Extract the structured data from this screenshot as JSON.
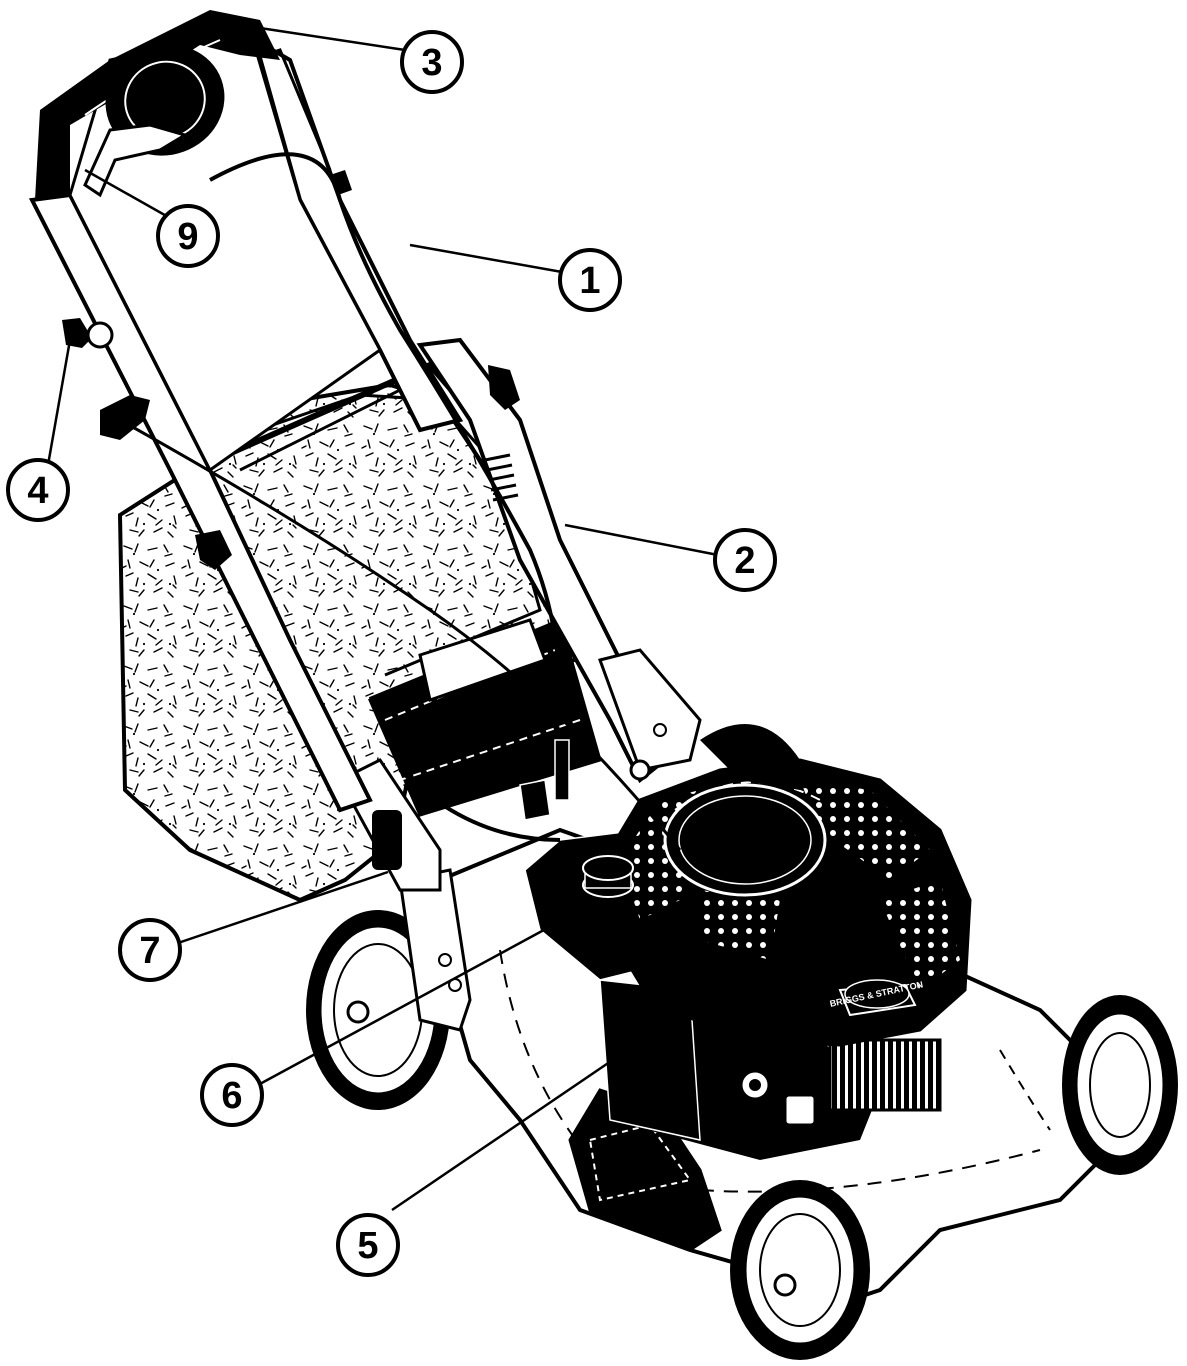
{
  "diagram": {
    "brand_badge": "BRIGGS & STRATTON",
    "callouts": [
      {
        "id": "1",
        "label": "1"
      },
      {
        "id": "2",
        "label": "2"
      },
      {
        "id": "3",
        "label": "3"
      },
      {
        "id": "4",
        "label": "4"
      },
      {
        "id": "5",
        "label": "5"
      },
      {
        "id": "6",
        "label": "6"
      },
      {
        "id": "7",
        "label": "7"
      },
      {
        "id": "9",
        "label": "9"
      }
    ]
  },
  "colors": {
    "ink": "#000000",
    "paper": "#ffffff"
  }
}
